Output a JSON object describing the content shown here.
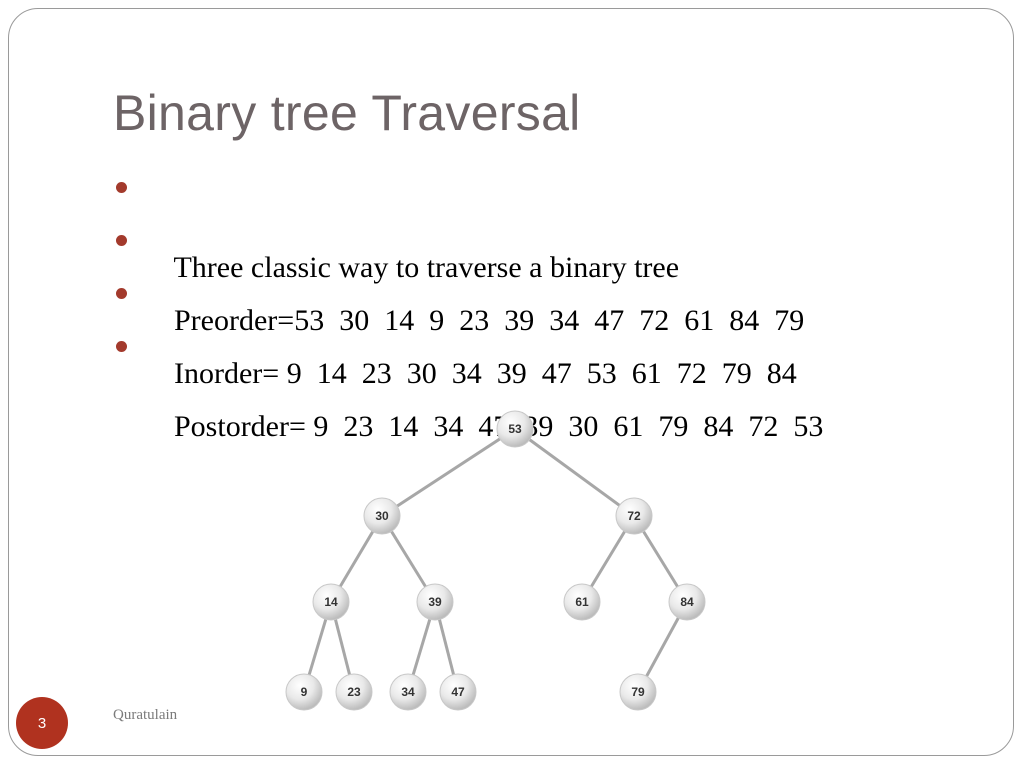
{
  "slide": {
    "title": "Binary tree Traversal",
    "bullets": [
      "Three classic way to traverse a binary tree",
      "Preorder=53  30  14  9  23  39  34  47  72  61  84  79",
      "Inorder= 9  14  23  30  34  39  47  53  61  72  79  84",
      "Postorder= 9  23  14  34  47  39  30  61  79  84  72  53"
    ],
    "footer_author": "Quratulain",
    "page_number": "3",
    "colors": {
      "title": "#6d6466",
      "bullet_dot": "#a33a2c",
      "page_badge": "#b0321f",
      "edge": "#a7a7a7"
    }
  },
  "tree": {
    "nodes": [
      {
        "id": "53",
        "label": "53",
        "parent": null
      },
      {
        "id": "30",
        "label": "30",
        "parent": "53"
      },
      {
        "id": "72",
        "label": "72",
        "parent": "53"
      },
      {
        "id": "14",
        "label": "14",
        "parent": "30"
      },
      {
        "id": "39",
        "label": "39",
        "parent": "30"
      },
      {
        "id": "61",
        "label": "61",
        "parent": "72"
      },
      {
        "id": "84",
        "label": "84",
        "parent": "72"
      },
      {
        "id": "9",
        "label": "9",
        "parent": "14"
      },
      {
        "id": "23",
        "label": "23",
        "parent": "14"
      },
      {
        "id": "34",
        "label": "34",
        "parent": "39"
      },
      {
        "id": "47",
        "label": "47",
        "parent": "39"
      },
      {
        "id": "79",
        "label": "79",
        "parent": "84"
      }
    ]
  }
}
